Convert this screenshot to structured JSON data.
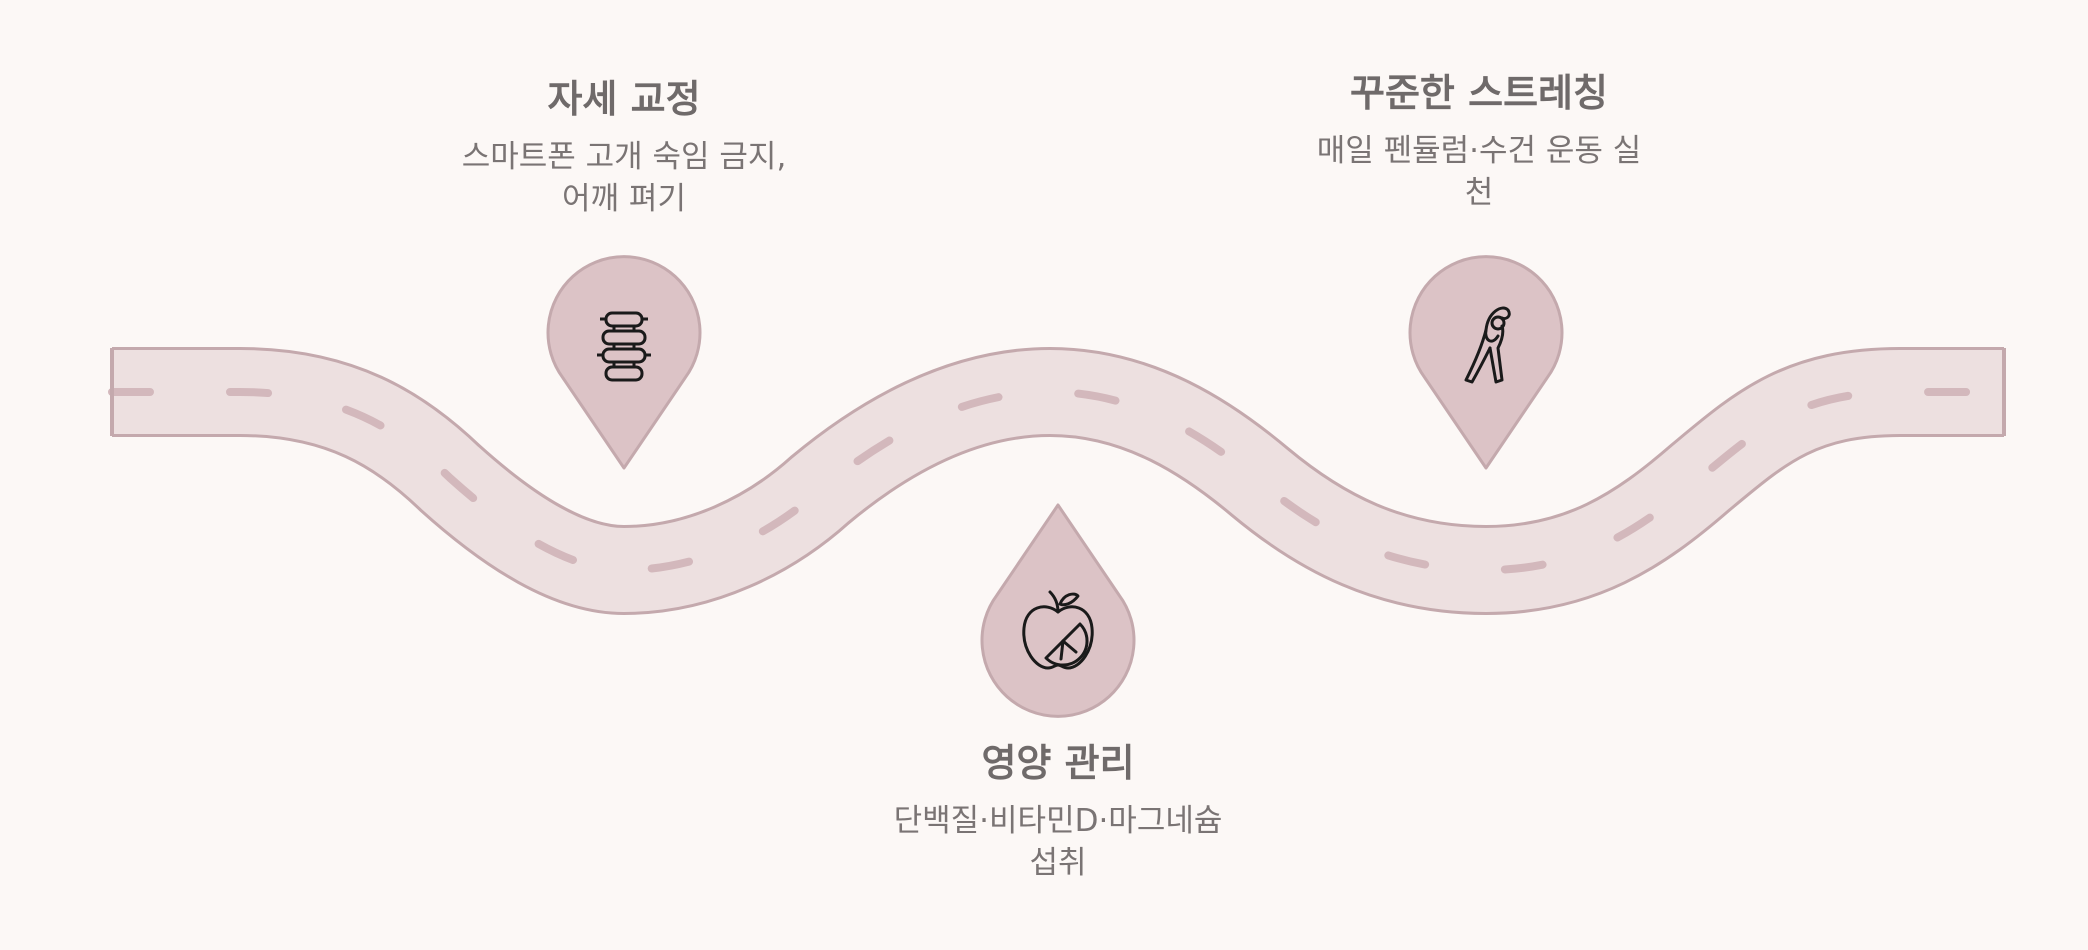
{
  "colors": {
    "background": "#fcf8f6",
    "road_fill": "#ede0e0",
    "road_edge": "#c4a9ad",
    "dash": "#d8bfc3",
    "marker_fill": "#dcc3c6",
    "marker_edge": "#c4a9ad",
    "icon_stroke": "#1a1a1a"
  },
  "steps": [
    {
      "title": "자세 교정",
      "desc_line1": "스마트폰 고개 숙임 금지,",
      "desc_line2": "어깨 펴기",
      "icon": "spine-icon"
    },
    {
      "title": "영양 관리",
      "desc_line1": "단백질·비타민D·마그네슘",
      "desc_line2": "섭취",
      "icon": "apple-orange-icon"
    },
    {
      "title": "꾸준한 스트레칭",
      "desc_line1": "매일 펜듈럼·수건 운동 실",
      "desc_line2": "천",
      "icon": "stretching-person-icon"
    }
  ]
}
